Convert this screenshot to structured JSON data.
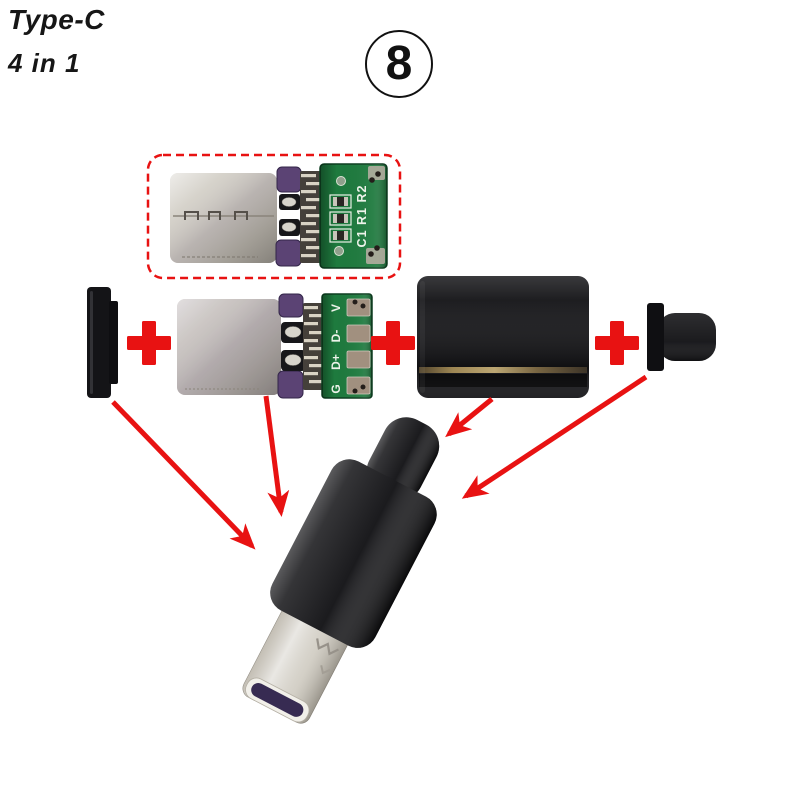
{
  "title": {
    "line1": "Type-C",
    "line2": "4 in 1"
  },
  "badge": {
    "number": "8"
  },
  "pcb": {
    "top_marking": "C1 R1 R2",
    "pad_labels": [
      "V",
      "D-",
      "D+",
      "G"
    ]
  },
  "colors": {
    "accent_red": "#e81212",
    "pcb_green": "#1e7a3e",
    "metal_silver": "#cfcbc2",
    "plastic_black": "#141417",
    "purple_gasket": "#5b4374",
    "plug_inner_purple": "#372b52",
    "text_black": "#161616"
  }
}
